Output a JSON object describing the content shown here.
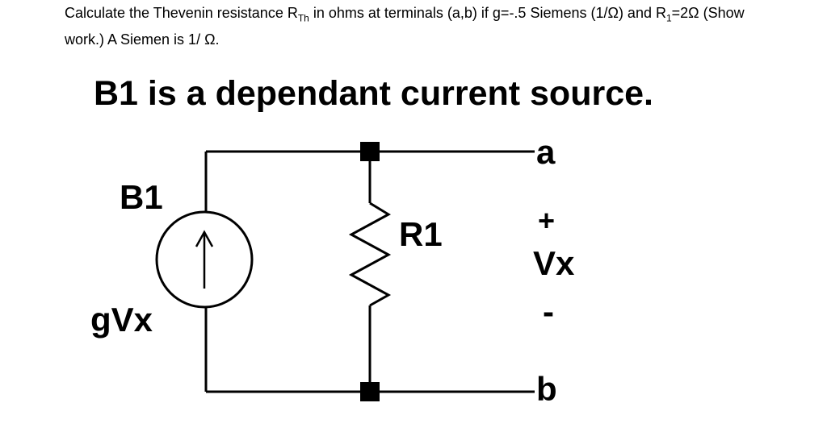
{
  "problem": {
    "line1": {
      "a": "Calculate the Thevenin resistance R",
      "sub1": "Th",
      "b": " in ohms at terminals (a,b) if g=-.5 Siemens (1/Ω) and R",
      "sub2": "1",
      "c": "=2Ω (Show"
    },
    "line2": "work.)  A Siemen is 1/ Ω."
  },
  "heading": "B1 is a dependant current source.",
  "circuit": {
    "source_label": "B1",
    "source_gain_label": "gVx",
    "resistor_label": "R1",
    "terminal_a": "a",
    "terminal_b": "b",
    "plus_sign": "+",
    "voltage_label": "Vx",
    "minus_sign": "-"
  },
  "colors": {
    "ink": "#000000",
    "background": "#ffffff"
  }
}
